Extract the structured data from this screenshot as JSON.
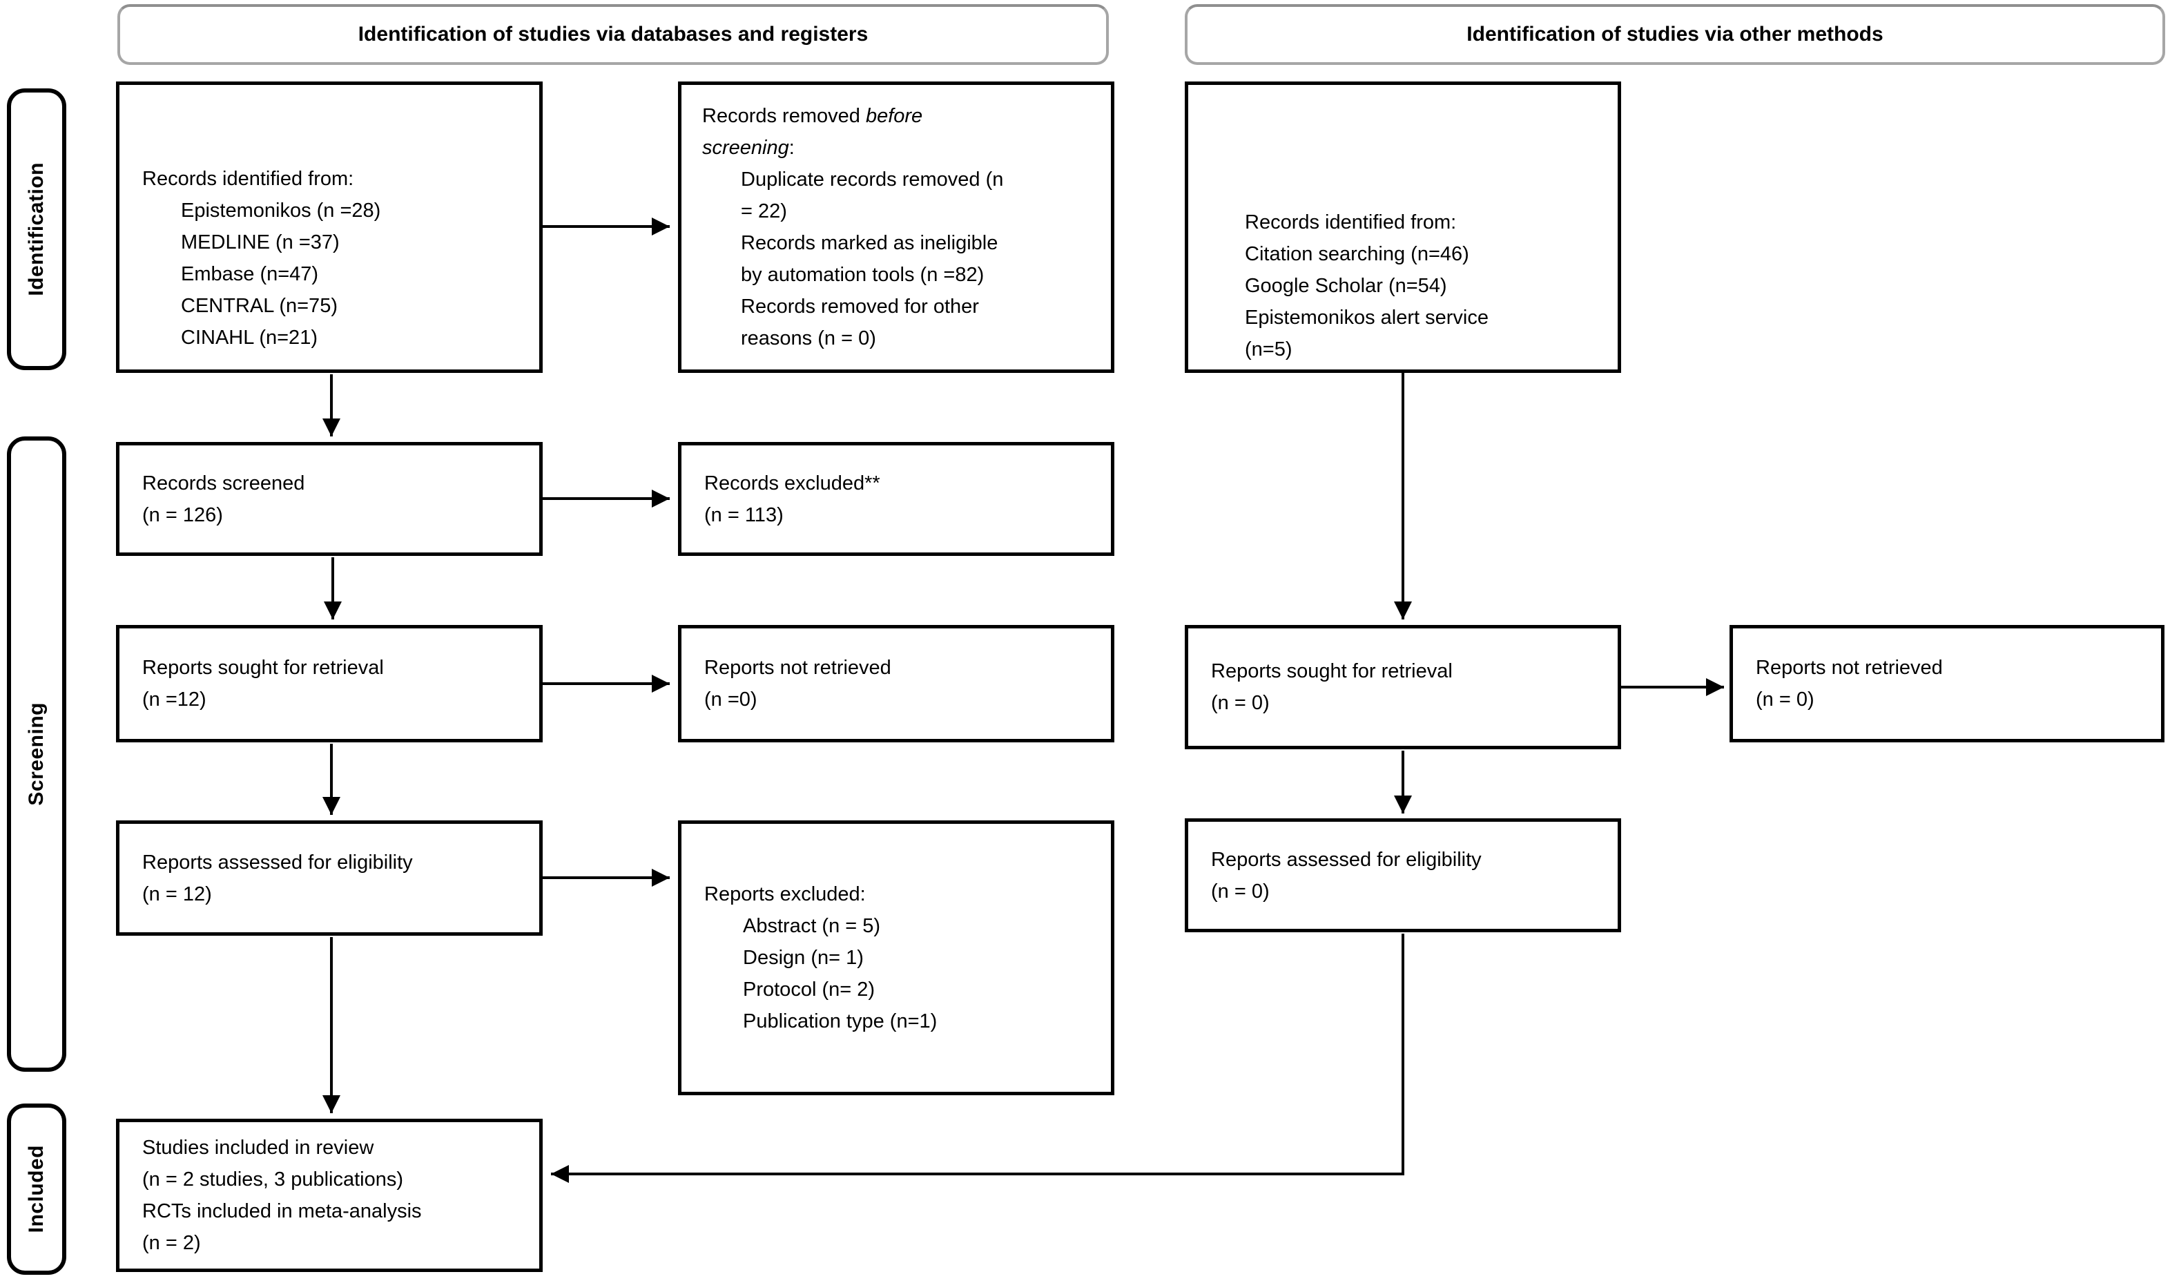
{
  "headers": {
    "left": "Identification of studies via databases and registers",
    "right": "Identification of studies via other methods"
  },
  "stage_labels": {
    "identification": "Identification",
    "screening": "Screening",
    "included": "Included"
  },
  "boxes": {
    "records_identified_db": {
      "title": "Records identified from:",
      "items": [
        "Epistemonikos (n =28)",
        "MEDLINE (n =37)",
        "Embase (n=47)",
        "CENTRAL (n=75)",
        "CINAHL (n=21)"
      ]
    },
    "records_removed": {
      "prefix": "Records removed ",
      "italic": "before screening",
      "suffix": ":",
      "items": [
        "Duplicate records removed (n = 22)",
        "Records marked as ineligible by automation tools (n =82)",
        "Records removed for other reasons (n = 0)"
      ]
    },
    "records_identified_other": {
      "title": "Records identified from:",
      "items": [
        "Citation searching (n=46)",
        "Google Scholar (n=54)",
        "Epistemonikos alert service (n=5)"
      ]
    },
    "records_screened": {
      "lines": [
        "Records screened",
        "(n = 126)"
      ]
    },
    "records_excluded": {
      "lines": [
        "Records excluded**",
        "(n = 113)"
      ]
    },
    "reports_sought_db": {
      "lines": [
        "Reports sought for retrieval",
        "(n =12)"
      ]
    },
    "reports_not_retrieved_db": {
      "lines": [
        "Reports not retrieved",
        "(n =0)"
      ]
    },
    "reports_sought_other": {
      "lines": [
        "Reports sought for retrieval",
        "(n = 0)"
      ]
    },
    "reports_not_retrieved_other": {
      "lines": [
        "Reports not retrieved",
        "(n = 0)"
      ]
    },
    "reports_assessed_db": {
      "lines": [
        "Reports assessed for eligibility",
        "(n = 12)"
      ]
    },
    "reports_excluded": {
      "title": "Reports excluded:",
      "items": [
        "Abstract (n = 5)",
        "Design (n= 1)",
        "Protocol (n= 2)",
        "Publication type (n=1)"
      ]
    },
    "reports_assessed_other": {
      "lines": [
        "Reports assessed for eligibility",
        "(n = 0)"
      ]
    },
    "studies_included": {
      "lines": [
        "Studies included in review",
        "(n = 2 studies, 3 publications)",
        "RCTs included in meta-analysis",
        "(n = 2)"
      ]
    }
  }
}
